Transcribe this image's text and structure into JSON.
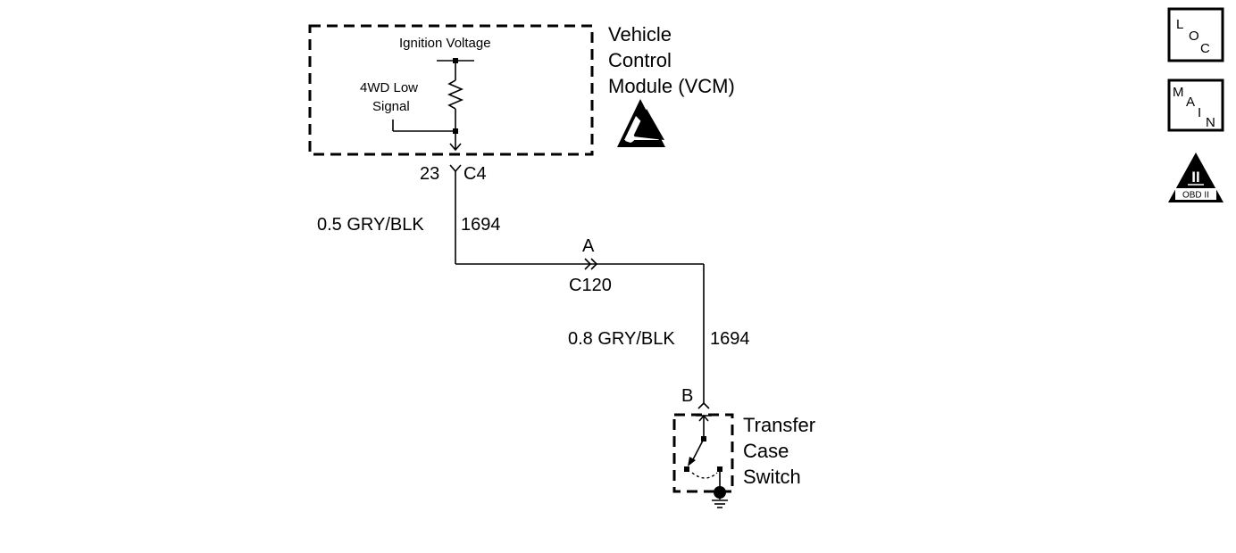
{
  "vcm": {
    "name_line1": "Vehicle",
    "name_line2": "Control",
    "name_line3": "Module (VCM)",
    "ignition_label": "Ignition Voltage",
    "signal_label_line1": "4WD Low",
    "signal_label_line2": "Signal"
  },
  "connector_c4": {
    "pin": "23",
    "name": "C4"
  },
  "wire_1": {
    "gauge_color": "0.5 GRY/BLK",
    "circuit": "1694"
  },
  "connector_c120": {
    "pin": "A",
    "name": "C120"
  },
  "wire_2": {
    "gauge_color": "0.8 GRY/BLK",
    "circuit": "1694"
  },
  "switch": {
    "pin": "B",
    "name_line1": "Transfer",
    "name_line2": "Case",
    "name_line3": "Switch"
  },
  "icons": {
    "loc": {
      "l": "L",
      "o": "O",
      "c": "C"
    },
    "main": {
      "m": "M",
      "a": "A",
      "i": "I",
      "n": "N"
    },
    "obd": {
      "numeral": "II",
      "label": "OBD II"
    }
  },
  "icon_names": [
    "esd-warning-icon",
    "ground-icon",
    "loc-icon",
    "main-icon",
    "obd-ii-icon"
  ]
}
